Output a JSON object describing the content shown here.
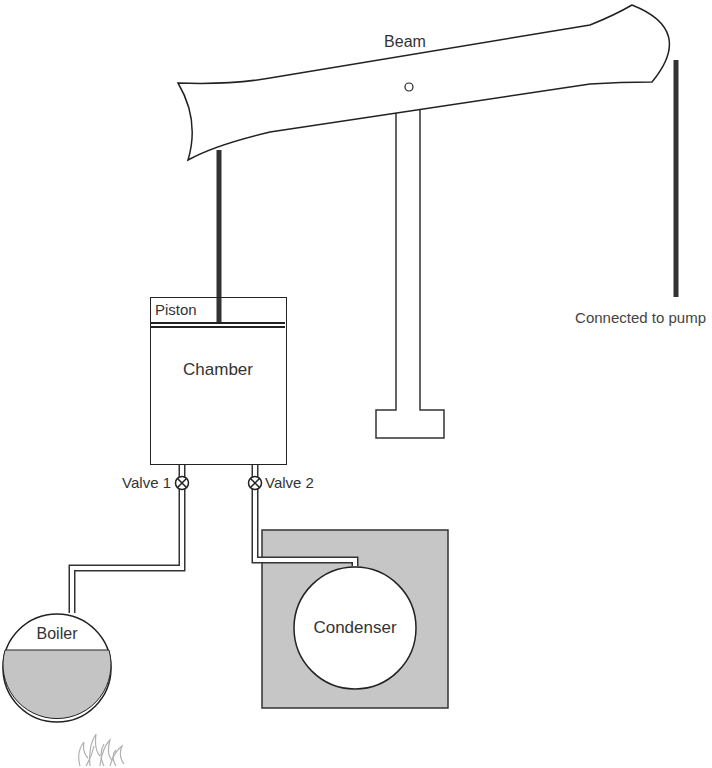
{
  "diagram": {
    "nodes": [
      {
        "text": [
          "Beam"
        ]
      },
      {
        "text": [
          "Chamber"
        ]
      },
      {
        "text": [
          "Piston"
        ],
        "in": 1
      },
      {
        "text": [
          "Boiler"
        ]
      },
      {
        "text": [
          "Condenser"
        ]
      }
    ],
    "edges": [
      {
        "from": 1,
        "to": 3,
        "label": "Valve 1",
        "arrow": "none"
      },
      {
        "from": 1,
        "to": 4,
        "label": "Valve 2",
        "arrow": "none"
      },
      {
        "from": 2,
        "to": 0,
        "arrow": "none"
      }
    ],
    "labels": [
      "Connected to pump"
    ]
  }
}
